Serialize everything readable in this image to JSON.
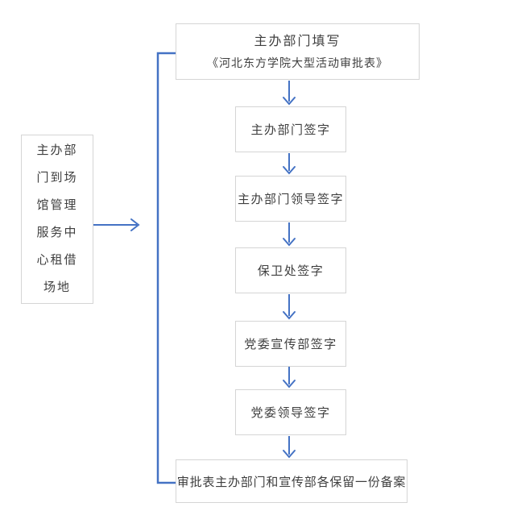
{
  "colors": {
    "accent_blue": "#4472C4",
    "box_border": "#d5d5d5",
    "text": "#3f3f3f"
  },
  "diagram": {
    "side_note": {
      "text": "主办部门到场馆管理服务中心租借场地",
      "lines": [
        "主办部",
        "门到场",
        "馆管理",
        "服务中",
        "心租借",
        "场地"
      ]
    },
    "start": {
      "line1": "主办部门填写",
      "line2": "《河北东方学院大型活动审批表》"
    },
    "steps": [
      "主办部门签字",
      "主办部门领导签字",
      "保卫处签字",
      "党委宣传部签字",
      "党委领导签字"
    ],
    "end": "审批表主办部门和宣传部各保留一份备案"
  }
}
